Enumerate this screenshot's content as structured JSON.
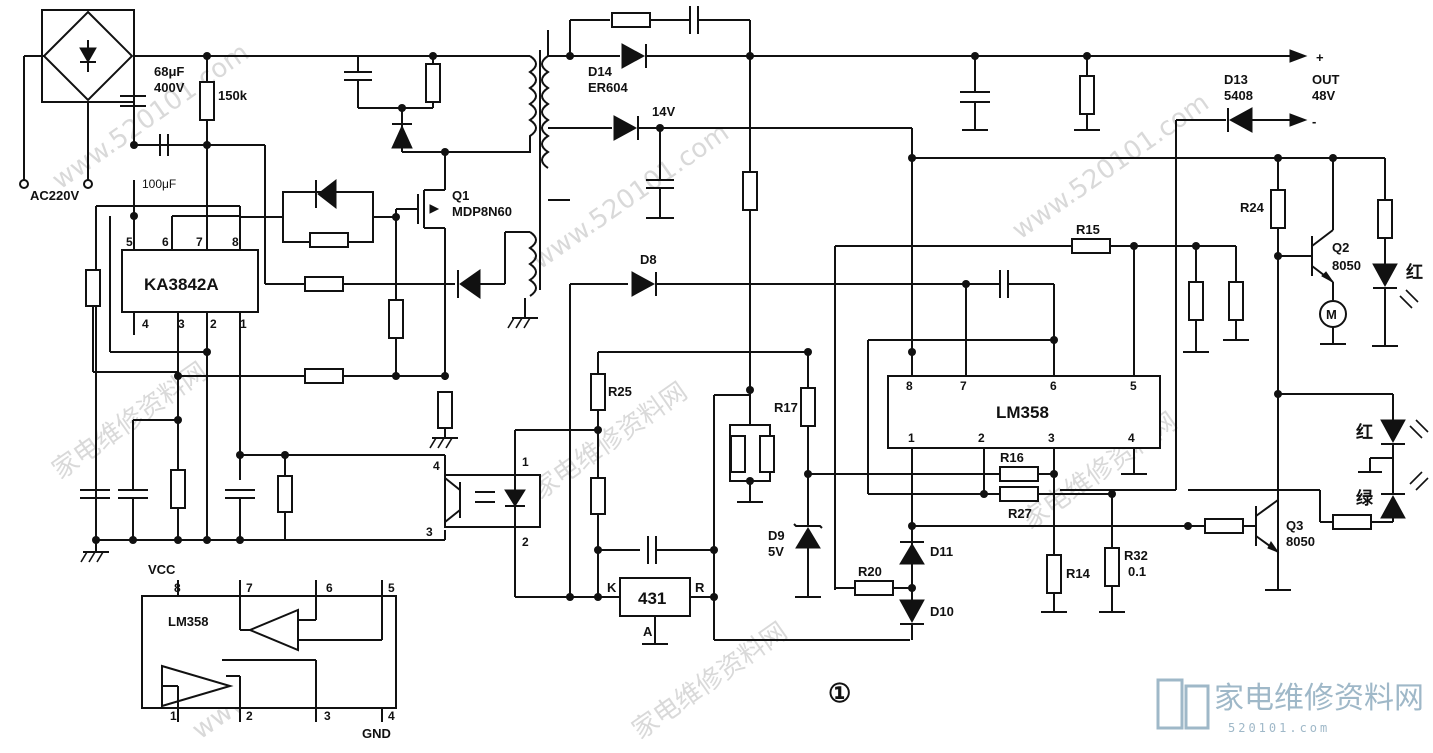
{
  "labels": {
    "ac_input": "AC220V",
    "cap_68": "68μF",
    "cap_400v": "400V",
    "res_150k": "150k",
    "cap_100": "100μF",
    "ic1": "KA3842A",
    "q1": "Q1",
    "q1_part": "MDP8N60",
    "d14": "D14",
    "d14_part": "ER604",
    "v14": "14V",
    "d8": "D8",
    "d13": "D13",
    "d13_part": "5408",
    "out_plus": "+",
    "out_label": "OUT",
    "out_voltage": "48V",
    "out_minus": "-",
    "r24": "R24",
    "q2": "Q2",
    "q2_part": "8050",
    "red_led_1": "红",
    "motor": "M",
    "r15": "R15",
    "r25": "R25",
    "r17": "R17",
    "ic2": "LM358",
    "r16": "R16",
    "r27": "R27",
    "d9": "D9",
    "d9_v": "5V",
    "d11": "D11",
    "d10": "D10",
    "r20": "R20",
    "r14": "R14",
    "r32": "R32",
    "r32_v": "0.1",
    "q3": "Q3",
    "q3_part": "8050",
    "red_led_2": "红",
    "green_led": "绿",
    "tl431": "431",
    "tl431_k": "K",
    "tl431_r": "R",
    "tl431_a": "A",
    "inset_vcc": "VCC",
    "inset_ic": "LM358",
    "inset_gnd": "GND",
    "figure_no": "①"
  },
  "ic1_pins": [
    "5",
    "6",
    "7",
    "8",
    "4",
    "3",
    "2",
    "1"
  ],
  "ic2_pins": [
    "8",
    "7",
    "6",
    "5",
    "1",
    "2",
    "3",
    "4"
  ],
  "opto_pins": [
    "4",
    "3",
    "1",
    "2"
  ],
  "inset_pins": [
    "8",
    "7",
    "6",
    "5",
    "1",
    "2",
    "3",
    "4"
  ],
  "watermark": {
    "domain": "www.520101.com",
    "chinese": "家电维修资料网",
    "logo_cn": "家电维修资料网",
    "logo_url": "520101.com"
  }
}
